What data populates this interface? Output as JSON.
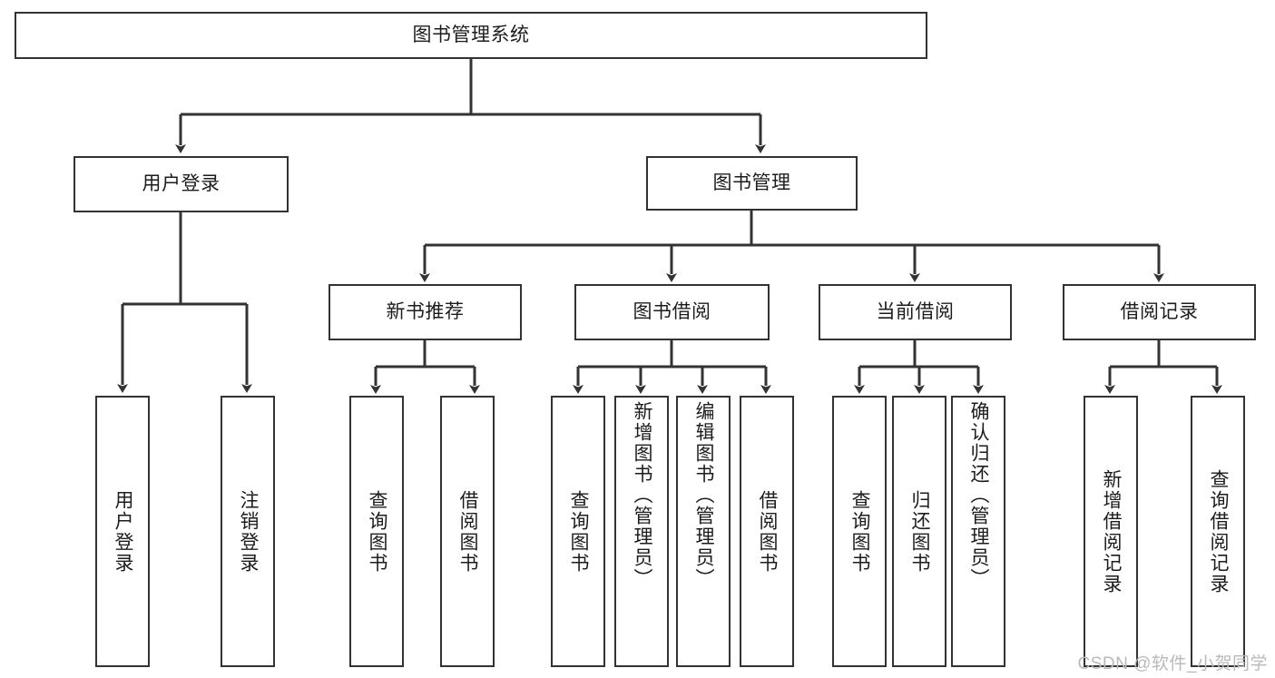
{
  "diagram": {
    "title": "图书管理系统",
    "watermark": "CSDN @软件_小贺同学",
    "line_color": "#333333",
    "box_fill": "#ffffff",
    "text_color": "#1c1c1c",
    "root": {
      "label": "图书管理系统"
    },
    "level2": [
      {
        "label": "用户登录"
      },
      {
        "label": "图书管理"
      }
    ],
    "level3": [
      {
        "label": "新书推荐"
      },
      {
        "label": "图书借阅"
      },
      {
        "label": "当前借阅"
      },
      {
        "label": "借阅记录"
      }
    ],
    "leaves": {
      "user_login": [
        {
          "label": "用户登录"
        },
        {
          "label": "注销登录"
        }
      ],
      "new_book_recommend": [
        {
          "label": "查询图书"
        },
        {
          "label": "借阅图书"
        }
      ],
      "book_borrow": [
        {
          "label": "查询图书"
        },
        {
          "label": "新增图书（管理员）"
        },
        {
          "label": "编辑图书（管理员）"
        },
        {
          "label": "借阅图书"
        }
      ],
      "current_borrow": [
        {
          "label": "查询图书"
        },
        {
          "label": "归还图书"
        },
        {
          "label": "确认归还（管理员）"
        }
      ],
      "borrow_record": [
        {
          "label": "新增借阅记录"
        },
        {
          "label": "查询借阅记录"
        }
      ]
    }
  }
}
